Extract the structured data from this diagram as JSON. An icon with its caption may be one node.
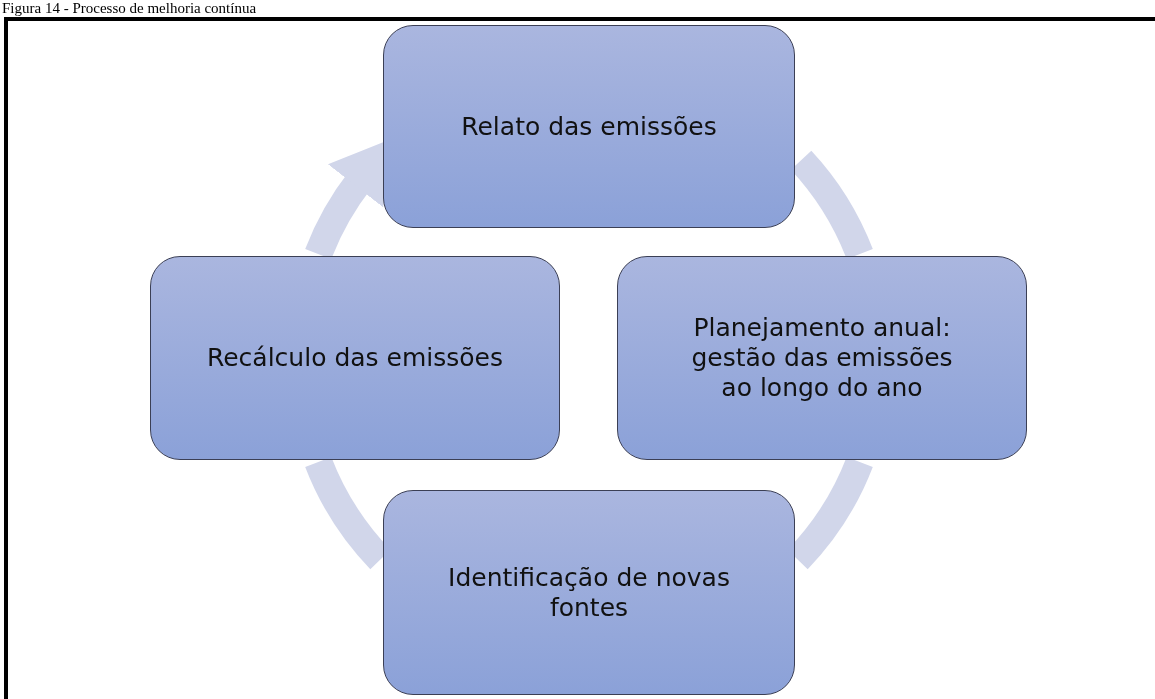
{
  "diagram": {
    "title": "Figura 14 - Processo de melhoria contínua",
    "nodes": [
      {
        "text": [
          "Relato das emissões"
        ]
      },
      {
        "text": [
          "Planejamento anual: gestão das emissões ao longo do ano"
        ]
      },
      {
        "text": [
          "Identificação de novas fontes"
        ]
      },
      {
        "text": [
          "Recálculo das emissões"
        ]
      }
    ],
    "edges": [
      {
        "from": 0,
        "to": 1,
        "arrow": "none"
      },
      {
        "from": 1,
        "to": 2,
        "arrow": "none"
      },
      {
        "from": 2,
        "to": 3,
        "arrow": "none"
      },
      {
        "from": 3,
        "to": 0,
        "arrow": "to"
      }
    ]
  }
}
